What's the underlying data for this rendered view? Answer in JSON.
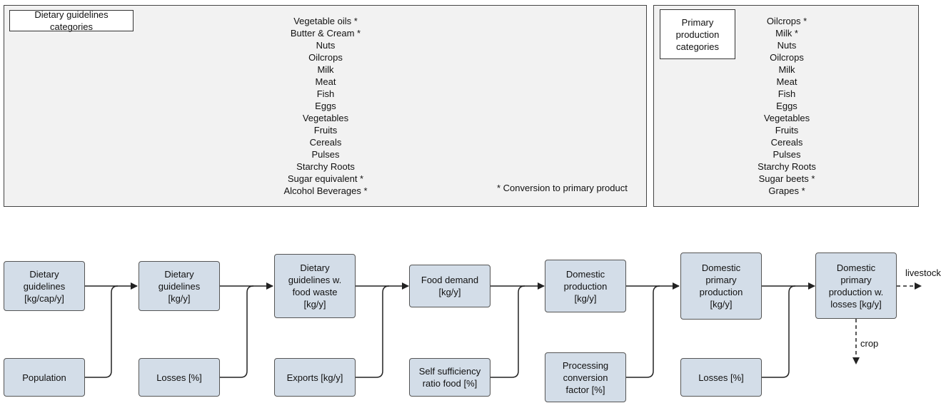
{
  "dietary_panel": {
    "title": "Dietary guidelines categories",
    "items": [
      "Vegetable oils *",
      "Butter & Cream *",
      "Nuts",
      "Oilcrops",
      "Milk",
      "Meat",
      "Fish",
      "Eggs",
      "Vegetables",
      "Fruits",
      "Cereals",
      "Pulses",
      "Starchy Roots",
      "Sugar equivalent *",
      "Alcohol Beverages *"
    ],
    "note": "* Conversion to primary product"
  },
  "primary_panel": {
    "title_lines": [
      "Primary",
      "production",
      "categories"
    ],
    "items": [
      "Oilcrops *",
      "Milk *",
      "Nuts",
      "Oilcrops",
      "Milk",
      "Meat",
      "Fish",
      "Eggs",
      "Vegetables",
      "Fruits",
      "Cereals",
      "Pulses",
      "Starchy Roots",
      "Sugar beets *",
      "Grapes *"
    ]
  },
  "flow": {
    "main": [
      {
        "lines": [
          "Dietary",
          "guidelines",
          "[kg/cap/y]"
        ]
      },
      {
        "lines": [
          "Dietary",
          "guidelines",
          "[kg/y]"
        ]
      },
      {
        "lines": [
          "Dietary",
          "guidelines w.",
          "food waste",
          "[kg/y]"
        ]
      },
      {
        "lines": [
          "Food demand",
          "[kg/y]"
        ]
      },
      {
        "lines": [
          "Domestic",
          "production",
          "[kg/y]"
        ]
      },
      {
        "lines": [
          "Domestic",
          "primary",
          "production",
          "[kg/y]"
        ]
      },
      {
        "lines": [
          "Domestic",
          "primary",
          "production w.",
          "losses [kg/y]"
        ]
      }
    ],
    "inputs": [
      {
        "lines": [
          "Population"
        ]
      },
      {
        "lines": [
          "Losses [%]"
        ]
      },
      {
        "lines": [
          "Exports [kg/y]"
        ]
      },
      {
        "lines": [
          "Self sufficiency",
          "ratio food [%]"
        ]
      },
      {
        "lines": [
          "Processing",
          "conversion",
          "factor [%]"
        ]
      },
      {
        "lines": [
          "Losses [%]"
        ]
      }
    ],
    "outputs": {
      "livestock": "livestock",
      "crop": "crop"
    }
  }
}
